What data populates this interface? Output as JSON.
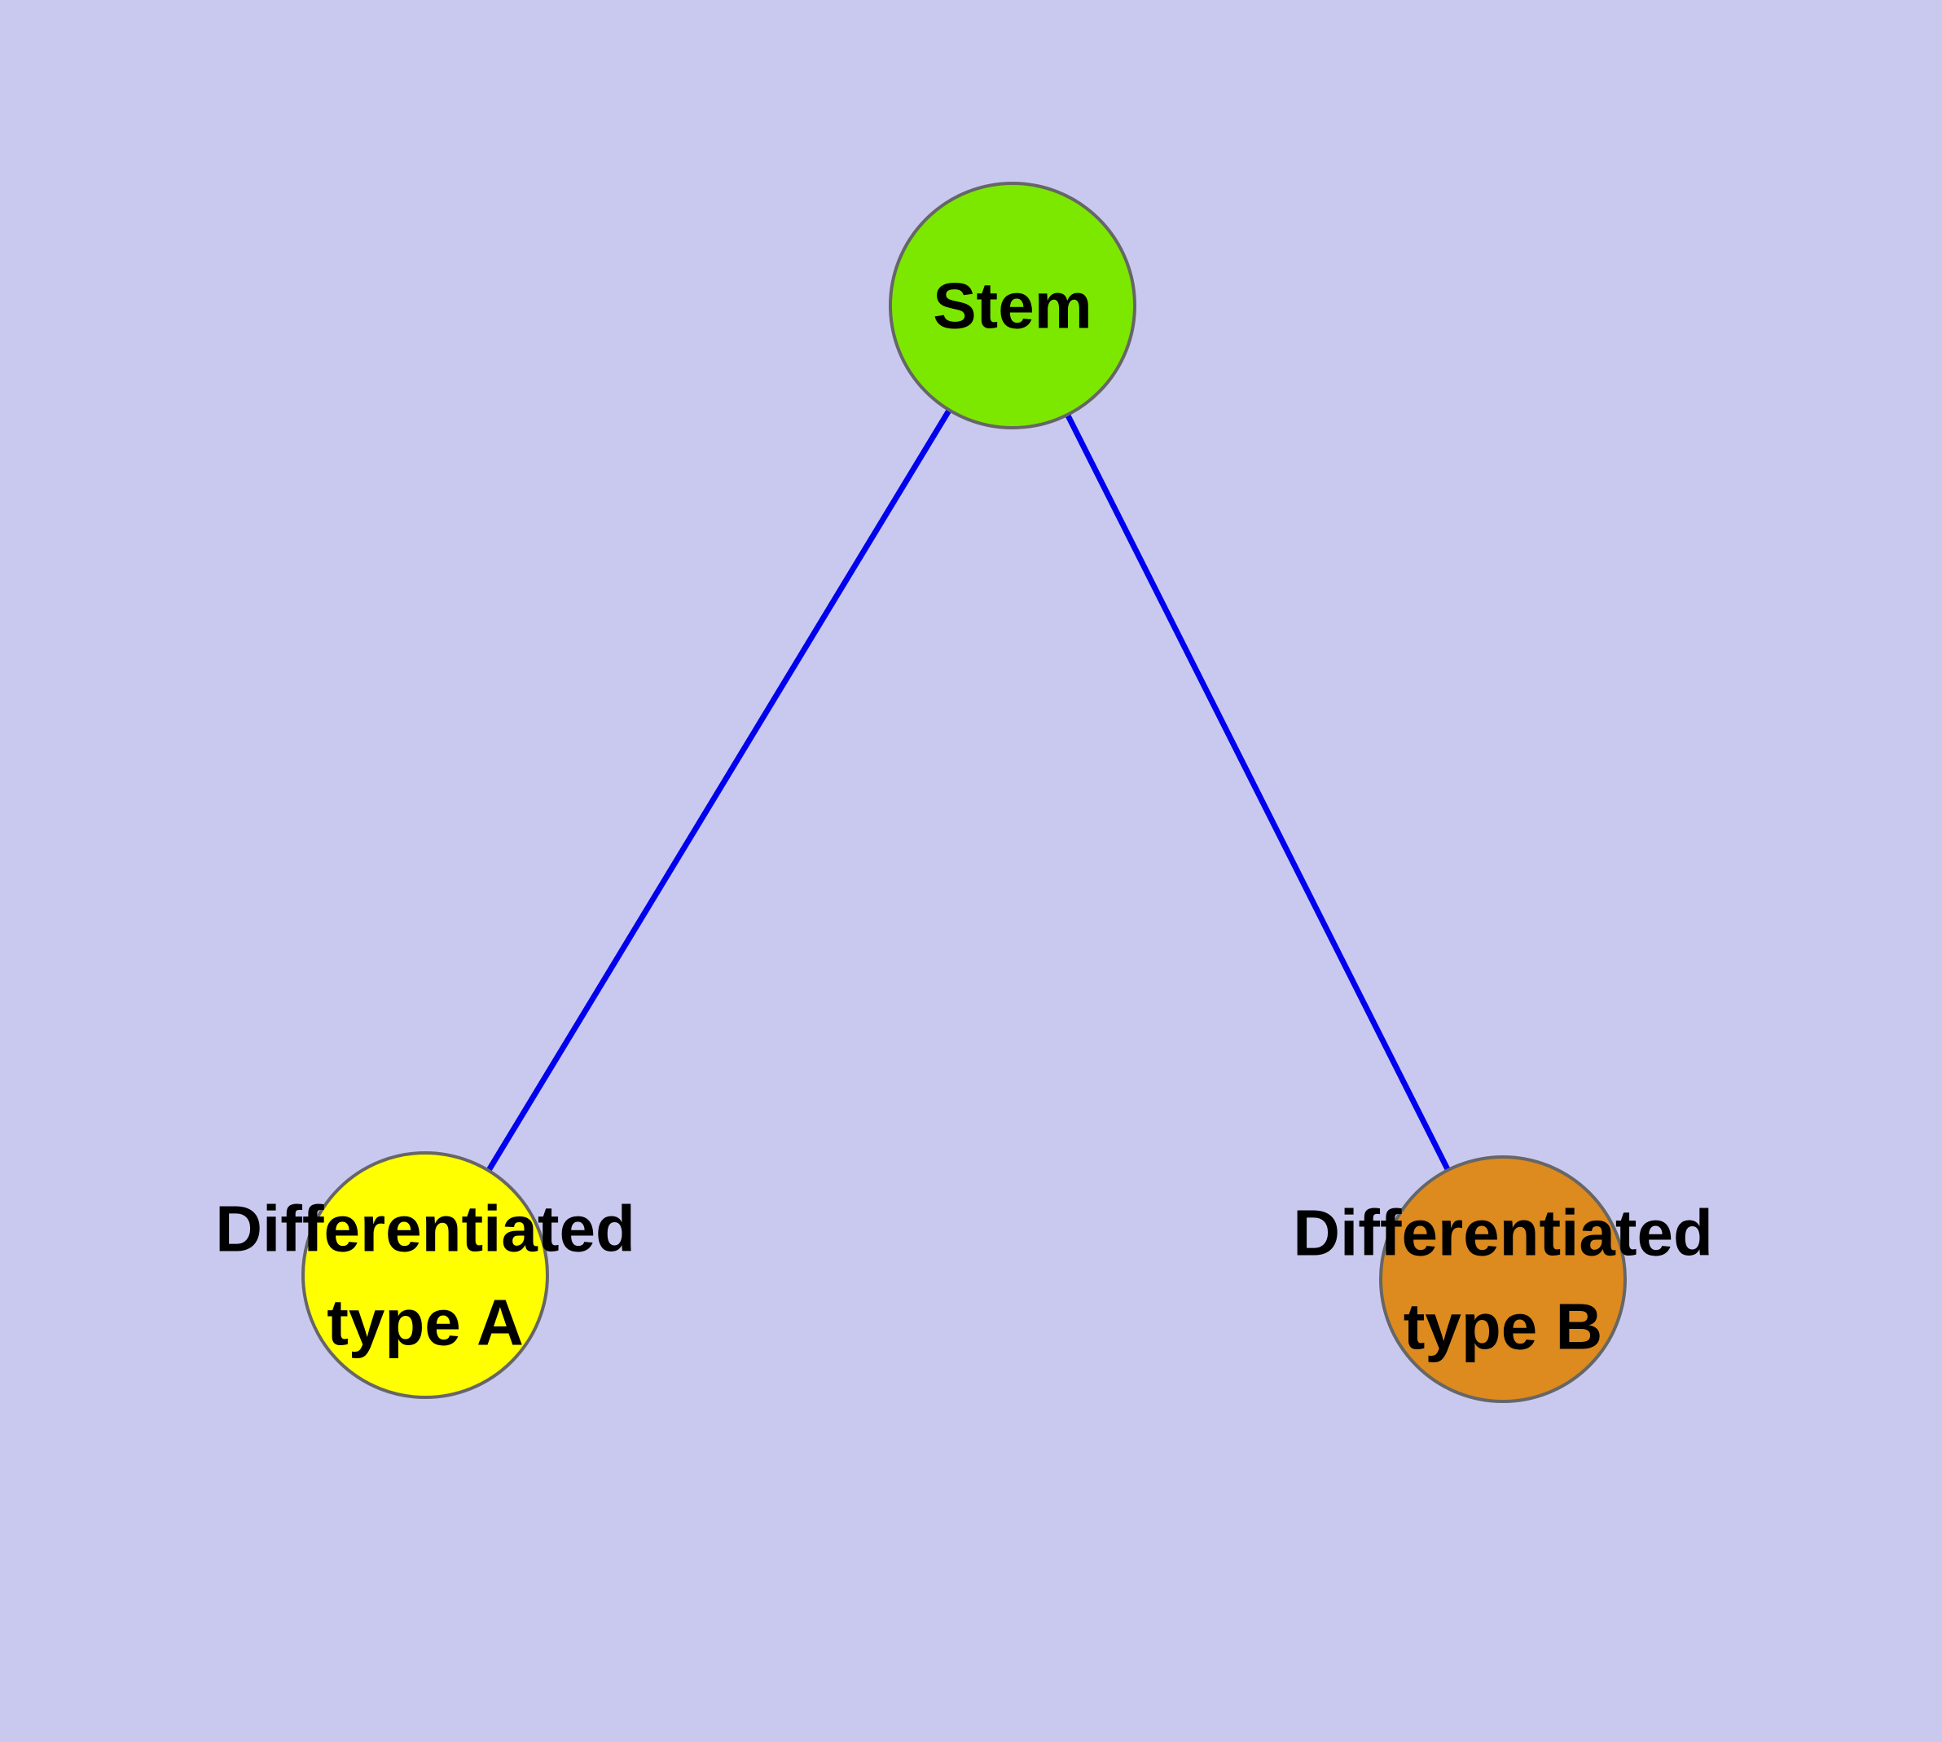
{
  "diagram": {
    "title": "stem-cell-differentiation-graph",
    "background": "#c9c9f0",
    "nodes": [
      {
        "id": "stem",
        "label": "Stem",
        "fill": "#7ce800",
        "stroke": "#666666"
      },
      {
        "id": "differentiated-type-a",
        "label": "Differentiated type A",
        "label_line1": "Differentiated",
        "label_line2": "type A",
        "fill": "#ffff00",
        "stroke": "#666666"
      },
      {
        "id": "differentiated-type-b",
        "label": "Differentiated type B",
        "label_line1": "Differentiated",
        "label_line2": "type B",
        "fill": "#dd8a1e",
        "stroke": "#666666"
      }
    ],
    "edges": [
      {
        "from": "stem",
        "to": "differentiated-type-a",
        "color": "#0000ee"
      },
      {
        "from": "stem",
        "to": "differentiated-type-b",
        "color": "#0000ee"
      }
    ]
  }
}
